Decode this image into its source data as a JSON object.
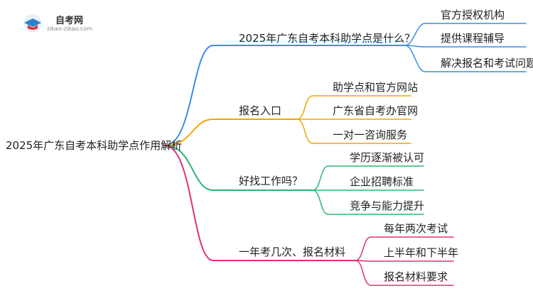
{
  "logo": {
    "title": "自考网",
    "url": "zikao-zikao.com",
    "icon": "graduation-cap-icon"
  },
  "mindmap": {
    "root": "2025年广东自考本科助学点作用解析",
    "branches": [
      {
        "label": "2025年广东自考本科助学点是什么？",
        "color": "#3a8ee6",
        "children": [
          "官方授权机构",
          "提供课程辅导",
          "解决报名和考试问题"
        ]
      },
      {
        "label": "报名入口",
        "color": "#f0a500",
        "children": [
          "助学点和官方网站",
          "广东省自考办官网",
          "一对一咨询服务"
        ]
      },
      {
        "label": "好找工作吗？",
        "color": "#2bb573",
        "children": [
          "学历逐渐被认可",
          "企业招聘标准",
          "竞争与能力提升"
        ]
      },
      {
        "label": "一年考几次、报名材料",
        "color": "#e0307a",
        "children": [
          "每年两次考试",
          "上半年和下半年",
          "报名材料要求"
        ]
      }
    ]
  }
}
